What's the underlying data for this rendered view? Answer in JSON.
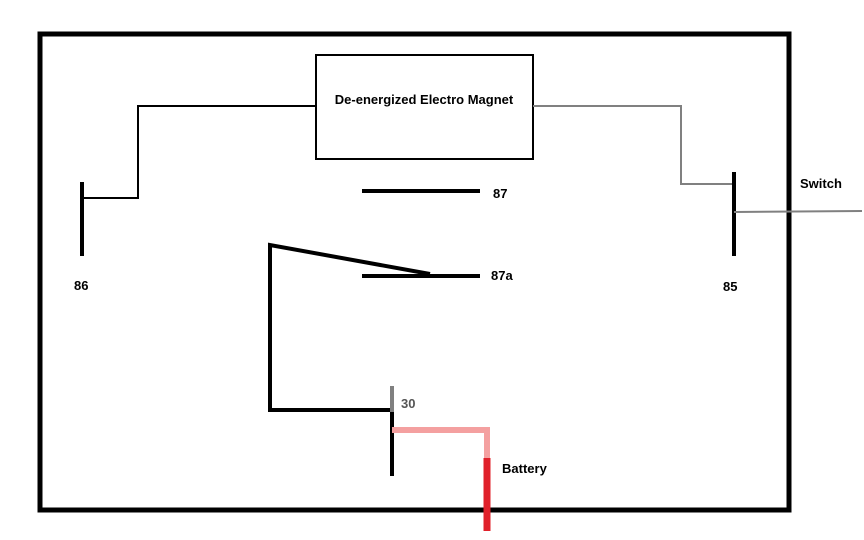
{
  "diagram": {
    "magnet_label": "De-energized Electro Magnet",
    "terminal_86": "86",
    "terminal_85": "85",
    "terminal_87": "87",
    "terminal_87a": "87a",
    "terminal_30": "30",
    "switch_label": "Switch",
    "battery_label": "Battery"
  },
  "colors": {
    "frame": "#000000",
    "wire_black": "#000000",
    "wire_gray": "#808080",
    "wire_pink": "#f4a0a0",
    "wire_red": "#e0202a"
  }
}
